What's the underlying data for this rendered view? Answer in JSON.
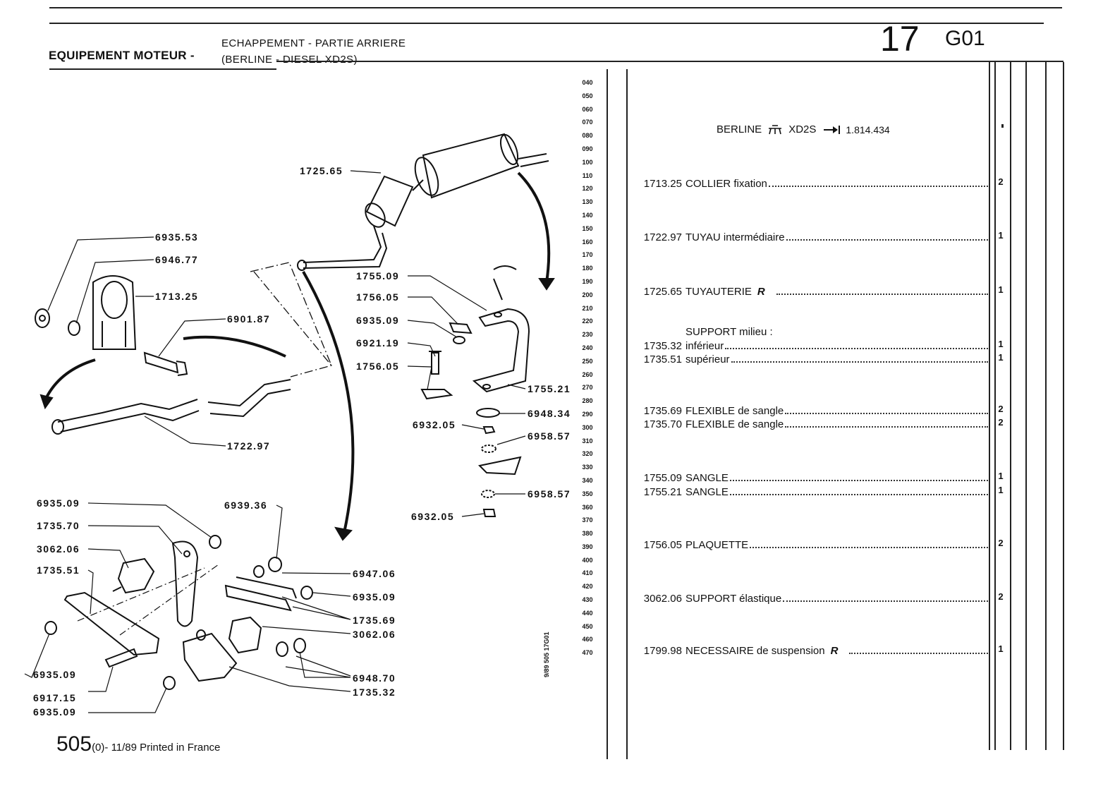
{
  "header": {
    "section": "EQUIPEMENT MOTEUR -",
    "title_line1": "ECHAPPEMENT - PARTIE ARRIERE",
    "title_line2": "(BERLINE - DIESEL XD2S)",
    "page_number": "17",
    "page_code": "G01"
  },
  "line_numbers": [
    "040",
    "050",
    "060",
    "070",
    "080",
    "090",
    "100",
    "110",
    "120",
    "130",
    "140",
    "150",
    "160",
    "170",
    "180",
    "190",
    "200",
    "210",
    "220",
    "230",
    "240",
    "250",
    "260",
    "270",
    "280",
    "290",
    "300",
    "310",
    "320",
    "330",
    "340",
    "350",
    "360",
    "370",
    "380",
    "390",
    "400",
    "410",
    "420",
    "430",
    "440",
    "450",
    "460",
    "470"
  ],
  "margin_code": "9/89 505 17G01",
  "applicability": {
    "model": "BERLINE",
    "engine": "XD2S",
    "serial": "1.814.434"
  },
  "parts": [
    {
      "ref": "1713.25",
      "desc": "COLLIER fixation",
      "qty": "2"
    },
    {
      "ref": "1722.97",
      "desc": "TUYAU intermédiaire",
      "qty": "1"
    },
    {
      "ref": "1725.65",
      "desc": "TUYAUTERIE",
      "qty": "1",
      "mark": "R"
    },
    {
      "ref": "",
      "desc": "SUPPORT milieu :",
      "qty": ""
    },
    {
      "ref": "1735.32",
      "desc": "inférieur",
      "qty": "1"
    },
    {
      "ref": "1735.51",
      "desc": "supérieur",
      "qty": "1"
    },
    {
      "ref": "1735.69",
      "desc": "FLEXIBLE de sangle",
      "qty": "2"
    },
    {
      "ref": "1735.70",
      "desc": "FLEXIBLE de sangle",
      "qty": "2"
    },
    {
      "ref": "1755.09",
      "desc": "SANGLE",
      "qty": "1"
    },
    {
      "ref": "1755.21",
      "desc": "SANGLE",
      "qty": "1"
    },
    {
      "ref": "1756.05",
      "desc": "PLAQUETTE",
      "qty": "2"
    },
    {
      "ref": "3062.06",
      "desc": "SUPPORT élastique",
      "qty": "2"
    },
    {
      "ref": "1799.98",
      "desc": "NECESSAIRE de suspension",
      "qty": "1",
      "mark": "R"
    }
  ],
  "diagram_labels": {
    "l1725_65": "1725.65",
    "l6935_53": "6935.53",
    "l6946_77": "6946.77",
    "l1713_25": "1713.25",
    "l6901_87": "6901.87",
    "l1722_97": "1722.97",
    "l1755_09": "1755.09",
    "l1756_05a": "1756.05",
    "l6935_09a": "6935.09",
    "l6921_19": "6921.19",
    "l1756_05b": "1756.05",
    "l1755_21": "1755.21",
    "l6948_34": "6948.34",
    "l6932_05a": "6932.05",
    "l6958_57a": "6958.57",
    "l6958_57b": "6958.57",
    "l6932_05b": "6932.05",
    "l6935_09b": "6935.09",
    "l1735_70": "1735.70",
    "l3062_06a": "3062.06",
    "l1735_51": "1735.51",
    "l6939_36": "6939.36",
    "l6947_06": "6947.06",
    "l6935_09c": "6935.09",
    "l1735_69": "1735.69",
    "l3062_06b": "3062.06",
    "l6948_70": "6948.70",
    "l1735_32": "1735.32",
    "l6935_09d": "6935.09",
    "l6917_15": "6917.15",
    "l6935_09e": "6935.09"
  },
  "footer": {
    "model": "505",
    "edition": "(0)",
    "text": " - 11/89 Printed in France"
  }
}
